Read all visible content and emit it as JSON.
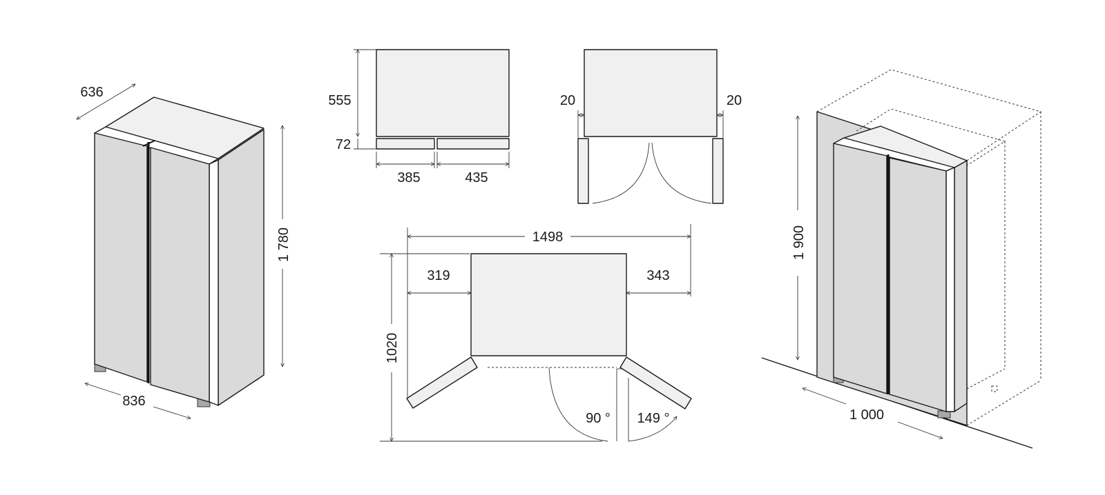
{
  "isometric_view": {
    "depth": "636",
    "width": "836",
    "height": "1 780"
  },
  "top_view_doors_closed": {
    "depth": "555",
    "door_depth": "72",
    "left_door_width": "385",
    "right_door_width": "435"
  },
  "top_view_door_clearance": {
    "left_clearance": "20",
    "right_clearance": "20"
  },
  "top_view_doors_open": {
    "total_width": "1498",
    "left_overhang": "319",
    "right_overhang": "343",
    "total_depth": "1020",
    "angle_90": "90 °",
    "angle_149": "149 °"
  },
  "installation_view": {
    "niche_height": "1 900",
    "niche_width": "1 000"
  },
  "colors": {
    "line": "#1a1a1a",
    "door_fill": "#dadada",
    "top_fill": "#f0f0f0"
  }
}
